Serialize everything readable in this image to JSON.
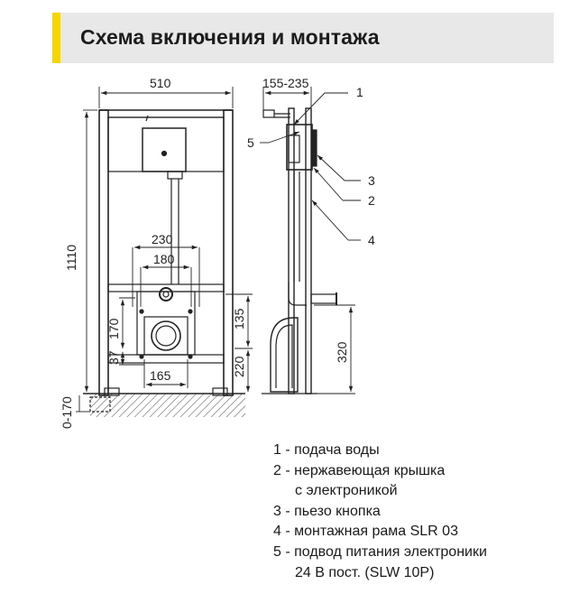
{
  "header": {
    "title": "Схема включения и монтажа",
    "accent_color": "#f5d400",
    "bg_color": "#e8e8e8"
  },
  "front_view": {
    "dim_width": "510",
    "dim_height": "1110",
    "dim_adjust": "0-170",
    "dim_outer_h": "230",
    "dim_inner_h": "180",
    "dim_side_v": "170",
    "dim_135": "135",
    "dim_220": "220",
    "dim_37": "37",
    "dim_165": "165"
  },
  "side_view": {
    "dim_depth": "155-235",
    "dim_320": "320",
    "callouts": [
      "1",
      "5",
      "3",
      "2",
      "4"
    ]
  },
  "legend": [
    {
      "number": "1",
      "text": "подача воды",
      "continuation": ""
    },
    {
      "number": "2",
      "text": "нержавеющая крышка",
      "continuation": "с электроникой"
    },
    {
      "number": "3",
      "text": "пьезо кнопка",
      "continuation": ""
    },
    {
      "number": "4",
      "text": "монтажная рама SLR 03",
      "continuation": ""
    },
    {
      "number": "5",
      "text": "подвод питания электроники",
      "continuation": "24 В пост. (SLW 10P)"
    }
  ]
}
